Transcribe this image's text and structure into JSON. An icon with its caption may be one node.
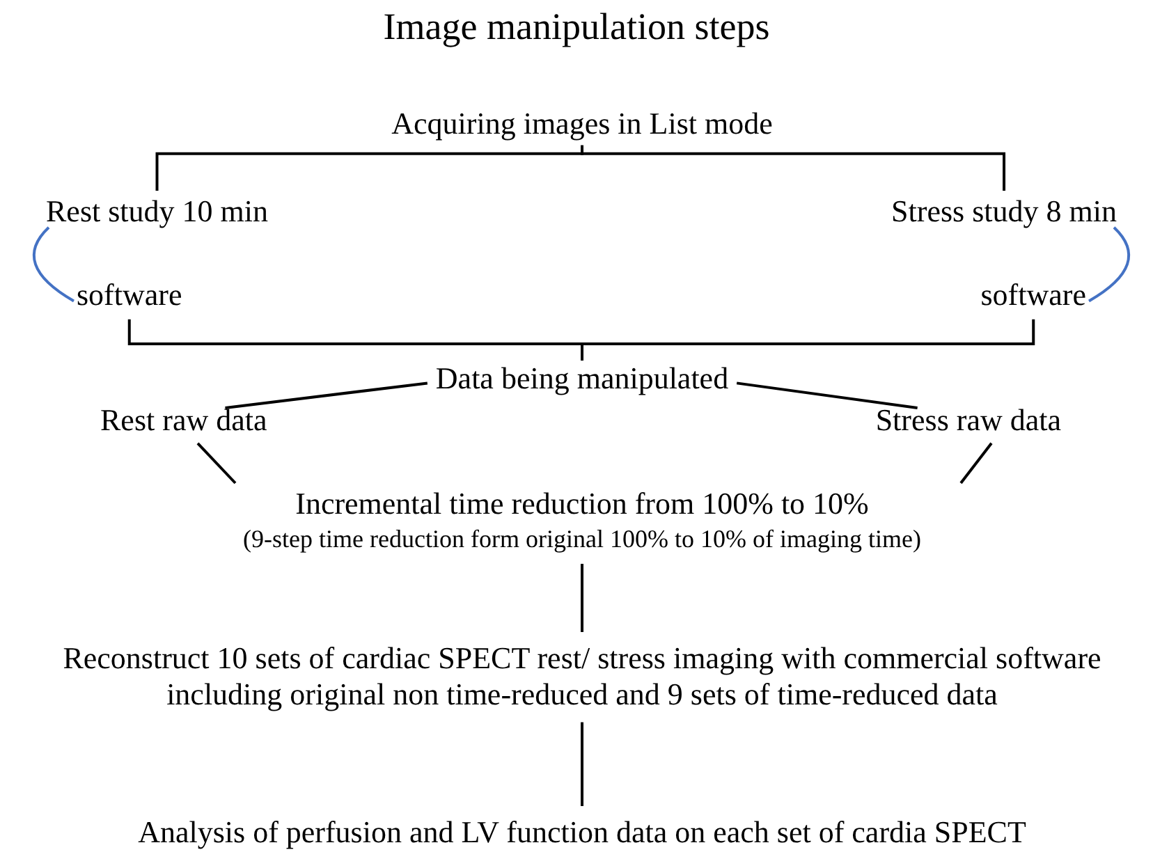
{
  "diagram": {
    "title": "Image manipulation steps",
    "nodes": [
      {
        "text": [
          "Acquiring images in List mode"
        ]
      },
      {
        "text": [
          "Rest study 10 min"
        ]
      },
      {
        "text": [
          "Stress study 8 min"
        ]
      },
      {
        "text": [
          "software"
        ]
      },
      {
        "text": [
          "software"
        ]
      },
      {
        "text": [
          "Data being manipulated"
        ]
      },
      {
        "text": [
          "Rest raw data"
        ]
      },
      {
        "text": [
          "Stress raw data"
        ]
      },
      {
        "text": [
          "Incremental time reduction from 100% to 10%",
          "(9-step time reduction form original 100% to 10% of imaging time)"
        ]
      },
      {
        "text": [
          "Reconstruct 10 sets of cardiac SPECT rest/ stress imaging with commercial software including original non time-reduced and 9 sets of time-reduced data"
        ]
      },
      {
        "text": [
          "Analysis of perfusion and LV function data on each set of cardia SPECT"
        ]
      }
    ],
    "edges": [
      {
        "from": 0,
        "to": 1,
        "arrow": "none"
      },
      {
        "from": 0,
        "to": 2,
        "arrow": "none"
      },
      {
        "from": 1,
        "to": 3,
        "arrow": "none",
        "color": "#4472c4"
      },
      {
        "from": 2,
        "to": 4,
        "arrow": "none",
        "color": "#4472c4"
      },
      {
        "from": 3,
        "to": 5,
        "arrow": "none"
      },
      {
        "from": 4,
        "to": 5,
        "arrow": "none"
      },
      {
        "from": 5,
        "to": 6,
        "arrow": "none"
      },
      {
        "from": 5,
        "to": 7,
        "arrow": "none"
      },
      {
        "from": 6,
        "to": 8,
        "arrow": "none"
      },
      {
        "from": 7,
        "to": 8,
        "arrow": "none"
      },
      {
        "from": 8,
        "to": 9,
        "arrow": "none"
      },
      {
        "from": 9,
        "to": 10,
        "arrow": "none"
      }
    ]
  }
}
